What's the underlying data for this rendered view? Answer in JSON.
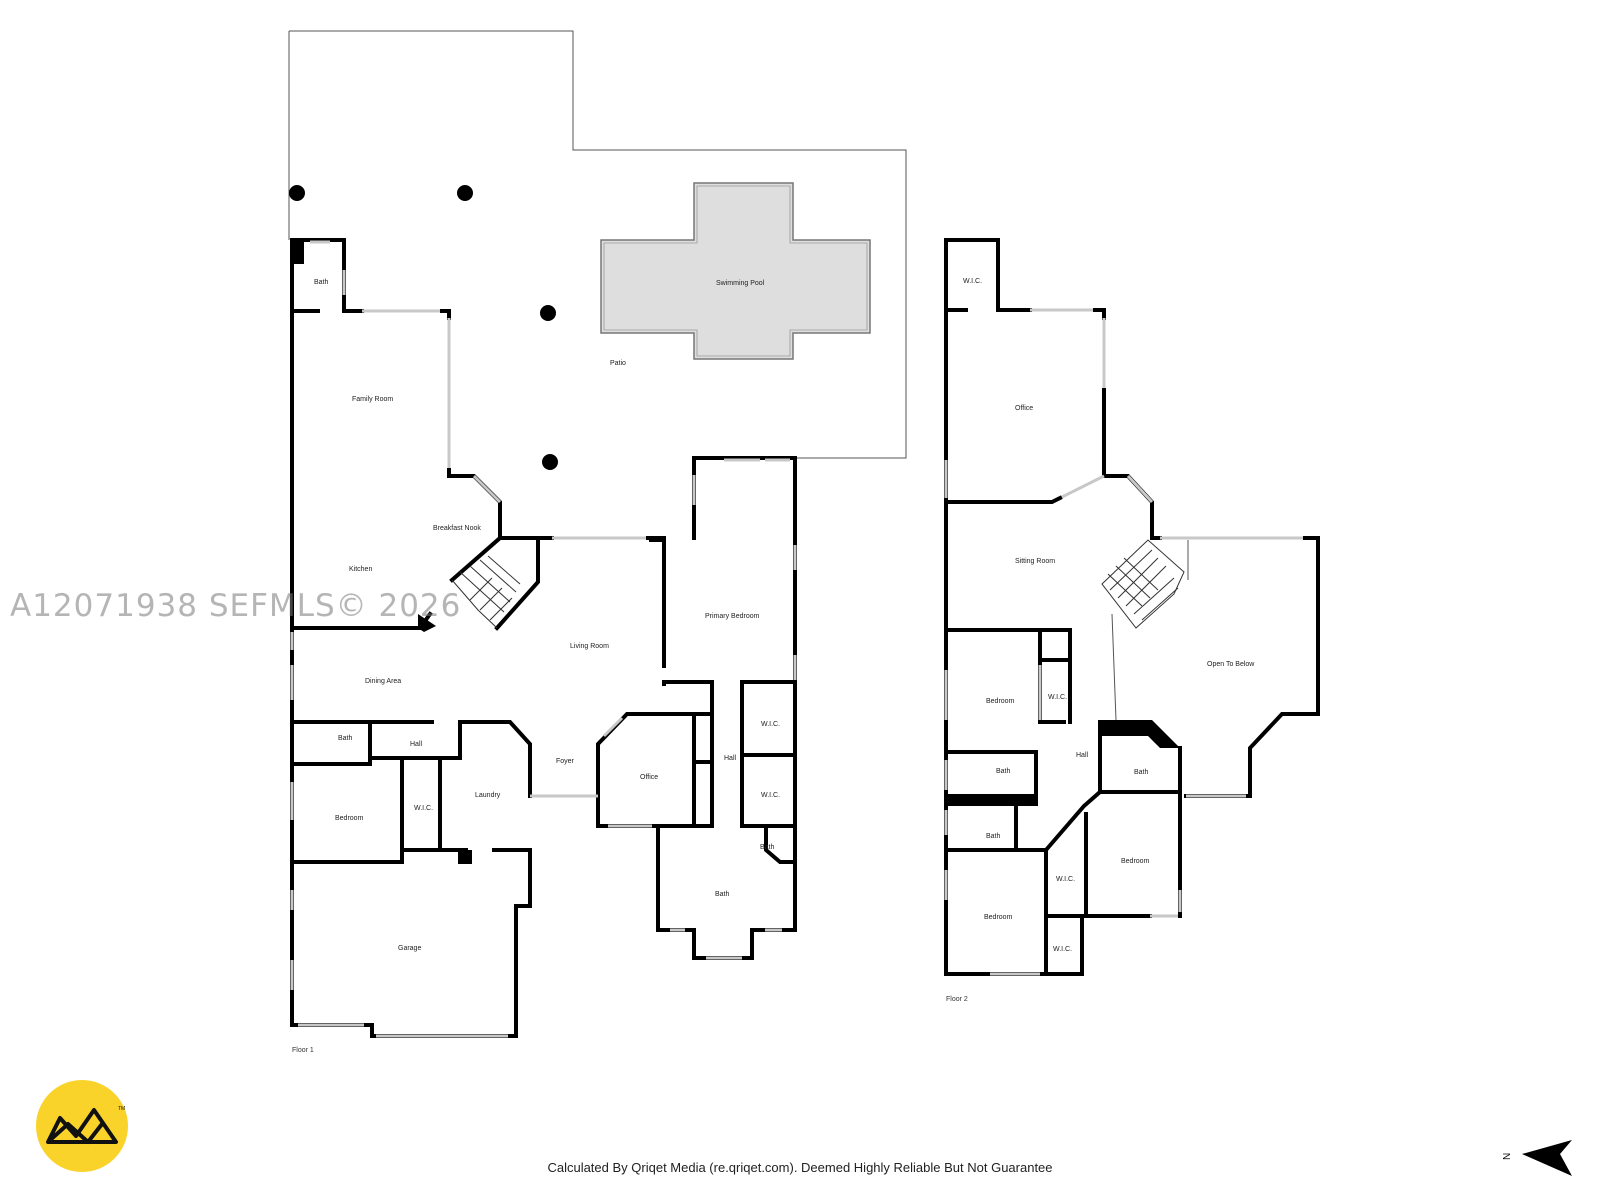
{
  "floor1": {
    "label": "Floor 1",
    "rooms": {
      "patio": "Patio",
      "swimming_pool": "Swimming Pool",
      "bath_patio": "Bath",
      "family_room": "Family Room",
      "breakfast_nook": "Breakfast Nook",
      "kitchen": "Kitchen",
      "living_room": "Living Room",
      "primary_bedroom": "Primary Bedroom",
      "dining_area": "Dining Area",
      "bath_hall": "Bath",
      "hall_left": "Hall",
      "bedroom": "Bedroom",
      "wic_left": "W.I.C.",
      "laundry": "Laundry",
      "foyer": "Foyer",
      "office": "Office",
      "hall_right": "Hall",
      "wic_upper": "W.I.C.",
      "wic_lower": "W.I.C.",
      "bath_small": "Bath",
      "bath_primary": "Bath",
      "garage": "Garage"
    }
  },
  "floor2": {
    "label": "Floor 2",
    "rooms": {
      "wic_top": "W.I.C.",
      "office": "Office",
      "sitting_room": "Sitting Room",
      "open_to_below": "Open To Below",
      "bedroom_left": "Bedroom",
      "wic_left": "W.I.C.",
      "hall": "Hall",
      "bath_upper": "Bath",
      "bath_right": "Bath",
      "bath_lower": "Bath",
      "bedroom_right": "Bedroom",
      "wic_mid": "W.I.C.",
      "bedroom_bottom": "Bedroom",
      "wic_bottom": "W.I.C."
    }
  },
  "watermark": "A12071938  SEFMLS© 2026",
  "footer": "Calculated By Qriqet Media (re.qriqet.com). Deemed Highly Reliable But Not Guarantee",
  "compass": {
    "label": "N"
  },
  "logo": {
    "name": "qriqet-logo",
    "color": "#f9d22a",
    "mark": "TM"
  }
}
